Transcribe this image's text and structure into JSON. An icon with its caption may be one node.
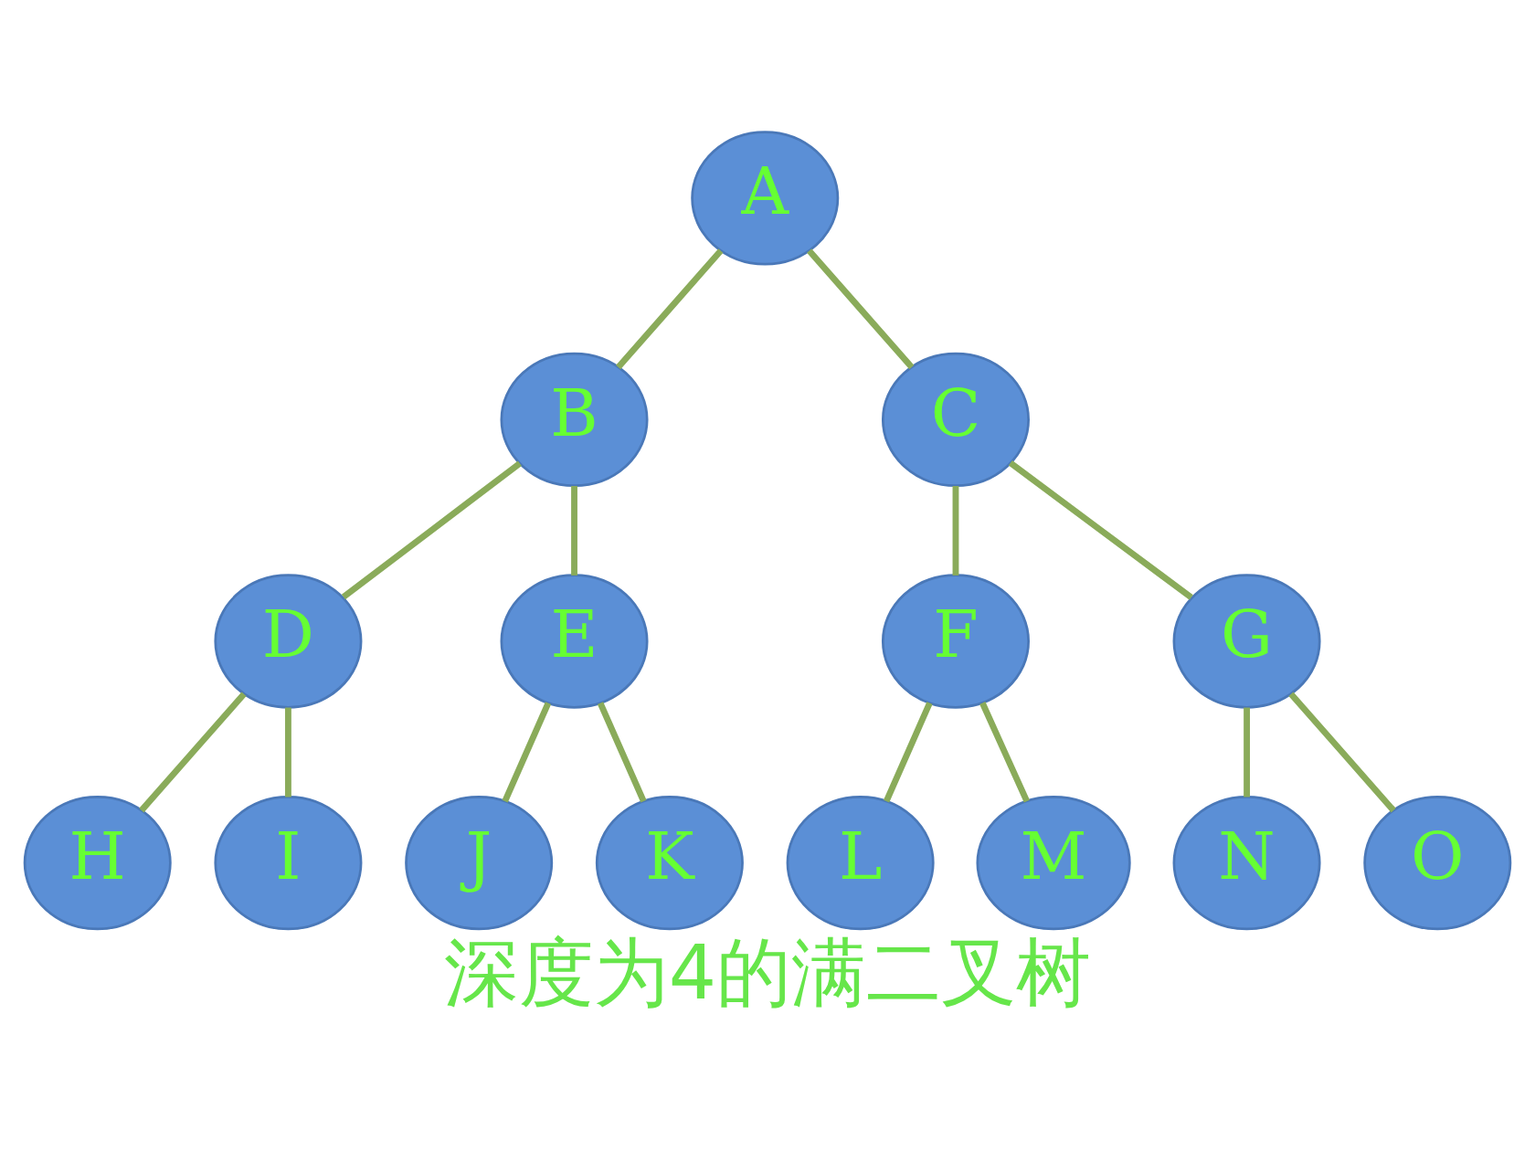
{
  "diagram": {
    "caption": "深度为4的满二叉树",
    "nodes": [
      {
        "text": [
          "A"
        ]
      },
      {
        "text": [
          "B"
        ]
      },
      {
        "text": [
          "C"
        ]
      },
      {
        "text": [
          "D"
        ]
      },
      {
        "text": [
          "E"
        ]
      },
      {
        "text": [
          "F"
        ]
      },
      {
        "text": [
          "G"
        ]
      },
      {
        "text": [
          "H"
        ]
      },
      {
        "text": [
          "I"
        ]
      },
      {
        "text": [
          "J"
        ]
      },
      {
        "text": [
          "K"
        ]
      },
      {
        "text": [
          "L"
        ]
      },
      {
        "text": [
          "M"
        ]
      },
      {
        "text": [
          "N"
        ]
      },
      {
        "text": [
          "O"
        ]
      }
    ],
    "edges": [
      {
        "from": 0,
        "to": 1,
        "arrow": "none"
      },
      {
        "from": 0,
        "to": 2,
        "arrow": "none"
      },
      {
        "from": 1,
        "to": 3,
        "arrow": "none"
      },
      {
        "from": 1,
        "to": 4,
        "arrow": "none"
      },
      {
        "from": 2,
        "to": 5,
        "arrow": "none"
      },
      {
        "from": 2,
        "to": 6,
        "arrow": "none"
      },
      {
        "from": 3,
        "to": 7,
        "arrow": "none"
      },
      {
        "from": 3,
        "to": 8,
        "arrow": "none"
      },
      {
        "from": 4,
        "to": 9,
        "arrow": "none"
      },
      {
        "from": 4,
        "to": 10,
        "arrow": "none"
      },
      {
        "from": 5,
        "to": 11,
        "arrow": "none"
      },
      {
        "from": 5,
        "to": 12,
        "arrow": "none"
      },
      {
        "from": 6,
        "to": 13,
        "arrow": "none"
      },
      {
        "from": 6,
        "to": 14,
        "arrow": "none"
      }
    ]
  }
}
